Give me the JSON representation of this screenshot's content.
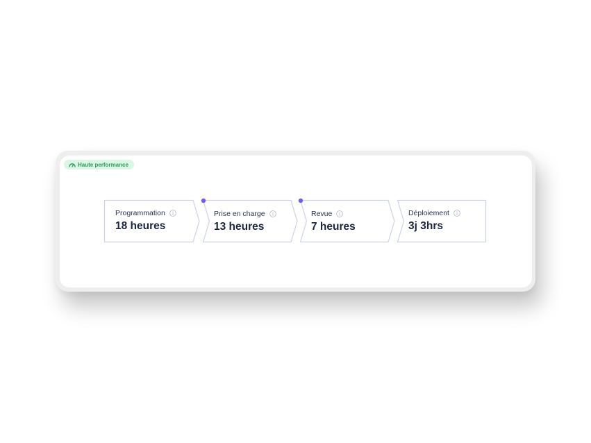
{
  "badge": {
    "icon": "gauge-icon",
    "label": "Haute performance",
    "color": "#2f9a5a",
    "background": "#d9f7e4"
  },
  "steps": [
    {
      "label": "Programmation",
      "value": "18 heures",
      "icon": "info-icon"
    },
    {
      "label": "Prise en charge",
      "value": "13 heures",
      "icon": "info-icon"
    },
    {
      "label": "Revue",
      "value": "7 heures",
      "icon": "info-icon"
    },
    {
      "label": "Déploiement",
      "value": "3j 3hrs",
      "icon": "info-icon"
    }
  ],
  "colors": {
    "step_border": "#cfd3e6",
    "marker": "#6c5cf2",
    "label_text": "#2b3350",
    "value_text": "#1c2540"
  }
}
